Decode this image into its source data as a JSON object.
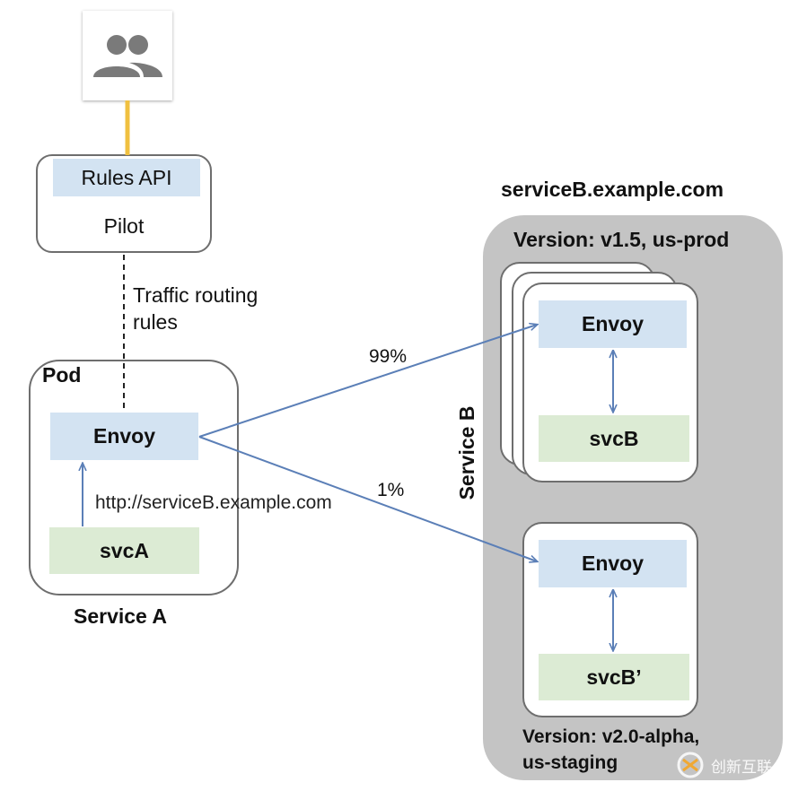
{
  "diagram": {
    "pilot": {
      "rules_api": "Rules API",
      "label": "Pilot"
    },
    "edge_label_pilot_to_pod": "Traffic routing\nrules",
    "pod": {
      "label": "Pod",
      "envoy": "Envoy",
      "service": "svcA",
      "request_url": "http://serviceB.example.com",
      "caption": "Service A"
    },
    "service_b": {
      "domain": "serviceB.example.com",
      "vertical_label": "Service B",
      "group_prod": {
        "version": "Version: v1.5, us-prod",
        "envoy": "Envoy",
        "service": "svcB",
        "traffic_pct": "99%"
      },
      "group_staging": {
        "version_line1": "Version: v2.0-alpha,",
        "version_line2": "us-staging",
        "envoy": "Envoy",
        "service": "svcB’",
        "traffic_pct": "1%"
      }
    },
    "watermark": "创新互联",
    "colors": {
      "envoy_fill": "#d3e3f2",
      "service_fill": "#dcebd4",
      "arrow": "#5b7fb7",
      "user_line": "#f0c040",
      "region_fill": "#c4c4c4"
    },
    "icons": {
      "users": "group-users-icon"
    }
  }
}
